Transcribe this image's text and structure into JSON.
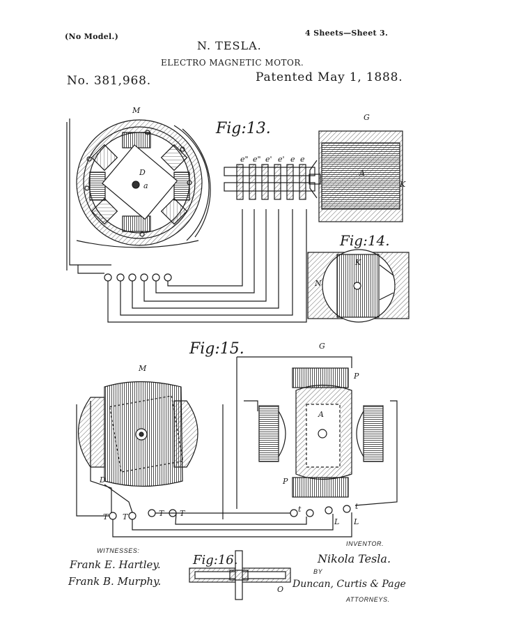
{
  "header": {
    "model_note": "(No Model.)",
    "sheet_info": "4 Sheets—Sheet 3.",
    "inventor_name": "N. TESLA.",
    "invention_title": "ELECTRO MAGNETIC MOTOR.",
    "patent_number": "No. 381,968.",
    "patent_date": "Patented May 1, 1888."
  },
  "figures": {
    "fig13": "Fig:13.",
    "fig14": "Fig:14.",
    "fig15": "Fig:15.",
    "fig16": "Fig:16."
  },
  "labels": {
    "M": "M",
    "G": "G",
    "D": "D",
    "a": "a",
    "A": "A",
    "K": "K",
    "N": "N",
    "P": "P",
    "T": "T",
    "t": "t",
    "L": "L",
    "O": "O",
    "e_series": [
      "e\"",
      "e\"",
      "e'",
      "e'",
      "e",
      "e"
    ]
  },
  "footer": {
    "witnesses_label": "WITNESSES:",
    "witness_1": "Frank E. Hartley.",
    "witness_2": "Frank B. Murphy.",
    "inventor_label": "INVENTOR.",
    "inventor_signature": "Nikola Tesla.",
    "by_label": "BY",
    "attorneys_signature": "Duncan, Curtis & Page",
    "attorneys_label": "ATTORNEYS."
  }
}
